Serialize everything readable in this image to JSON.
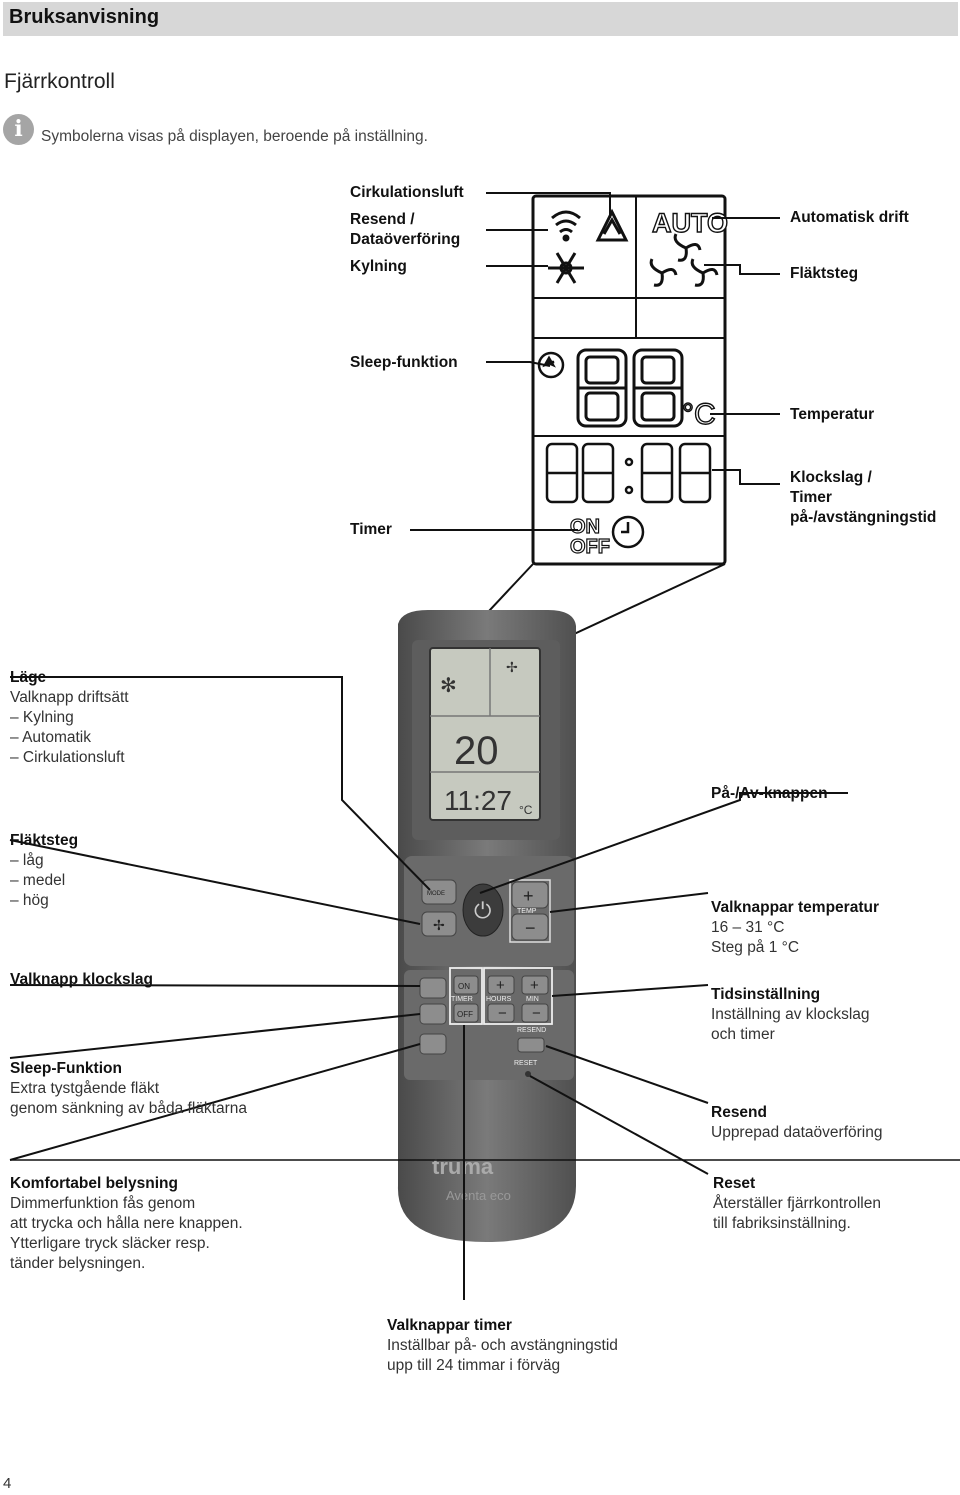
{
  "header": {
    "title": "Bruksanvisning"
  },
  "section": {
    "title": "Fjärrkontroll"
  },
  "info": {
    "text": "Symbolerna visas på displayen, beroende på inställning."
  },
  "display_labels": {
    "cirkulationsluft": "Cirkulationsluft",
    "resend_1": "Resend /",
    "resend_2": "Dataöverföring",
    "kylning": "Kylning",
    "automatisk": "Automatisk drift",
    "fläktsteg": "Fläktsteg",
    "sleep": "Sleep-funktion",
    "temperatur": "Temperatur",
    "klockslag_1": "Klockslag /",
    "klockslag_2": "Timer",
    "klockslag_3": "på-/avstängningstid",
    "timer": "Timer"
  },
  "display_glyphs": {
    "auto": "AUTO",
    "celsius": "°C",
    "on": "ON",
    "off": "OFF"
  },
  "remote": {
    "lcd_temp": "20",
    "lcd_celsius": "°C",
    "lcd_time": "11:27",
    "mode": "MODE",
    "temp": "TEMP",
    "on": "ON",
    "timer": "TIMER",
    "off": "OFF",
    "hours": "HOURS",
    "min": "MIN",
    "resend": "RESEND",
    "reset": "RESET",
    "brand": "truma",
    "model": "Aventa eco"
  },
  "left_labels": {
    "läge_title": "Läge",
    "läge_lines": [
      "Valknapp driftsätt",
      "– Kylning",
      "– Automatik",
      "– Cirkulationsluft"
    ],
    "fläkt_title": "Fläktsteg",
    "fläkt_lines": [
      "– låg",
      "– medel",
      "– hög"
    ],
    "klockslag_title": "Valknapp klockslag",
    "sleep_title": "Sleep-Funktion",
    "sleep_lines": [
      "Extra tystgående fläkt",
      "genom sänkning av båda fläktarna"
    ],
    "komfort_title": "Komfortabel belysning",
    "komfort_lines": [
      "Dimmerfunktion fås genom",
      "att trycka och hålla nere knappen.",
      "Ytterligare tryck släcker resp.",
      "tänder belysningen."
    ]
  },
  "right_labels": {
    "paav_title": "På-/Av-knappen",
    "temp_title": "Valknappar temperatur",
    "temp_lines": [
      "16 – 31 °C",
      "Steg på 1 °C"
    ],
    "tid_title": "Tidsinställning",
    "tid_lines": [
      "Inställning av klockslag",
      "och timer"
    ],
    "resend_title": "Resend",
    "resend_lines": [
      "Upprepad dataöverföring"
    ],
    "reset_title": "Reset",
    "reset_lines": [
      "Återställer fjärrkontrollen",
      "till fabriksinställning."
    ]
  },
  "bottom_label": {
    "title": "Valknappar timer",
    "lines": [
      "Inställbar på- och avstängningstid",
      "upp till 24 timmar i förväg"
    ]
  },
  "page": {
    "number": "4"
  }
}
